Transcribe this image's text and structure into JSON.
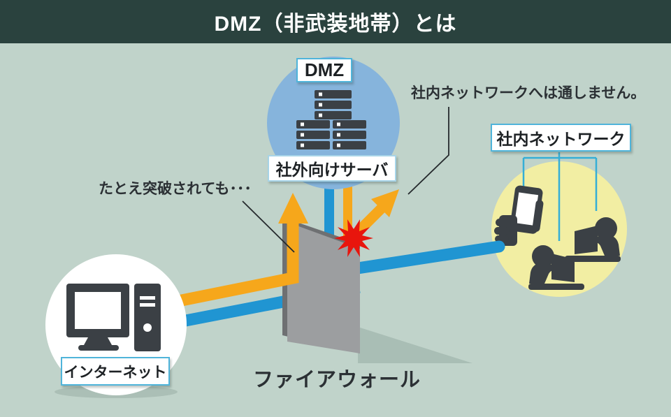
{
  "header": {
    "title": "DMZ（非武装地帯）とは"
  },
  "dmz_zone": {
    "label": "DMZ",
    "sublabel": "社外向けサーバ"
  },
  "internal_network": {
    "label": "社内ネットワーク"
  },
  "internet": {
    "label": "インターネット"
  },
  "firewall": {
    "label": "ファイアウォール"
  },
  "annotations": {
    "not_passed": "社内ネットワークへは通しません。",
    "even_if_breached": "たとえ突破されても･･･"
  },
  "colors": {
    "header_bg": "#2a423e",
    "background": "#c0d3ca",
    "dmz_circle_blue": "#86b4dc",
    "internal_circle_yellow": "#f2eea3",
    "pipe_blue": "#2095d2",
    "pipe_orange": "#f6a71b",
    "impact_red": "#e8150d",
    "wall_gray": "#9c9ea0",
    "wall_edge_gray": "#6e7072",
    "label_border_blue": "#4fb4da",
    "icon_dark": "#3b4045"
  }
}
